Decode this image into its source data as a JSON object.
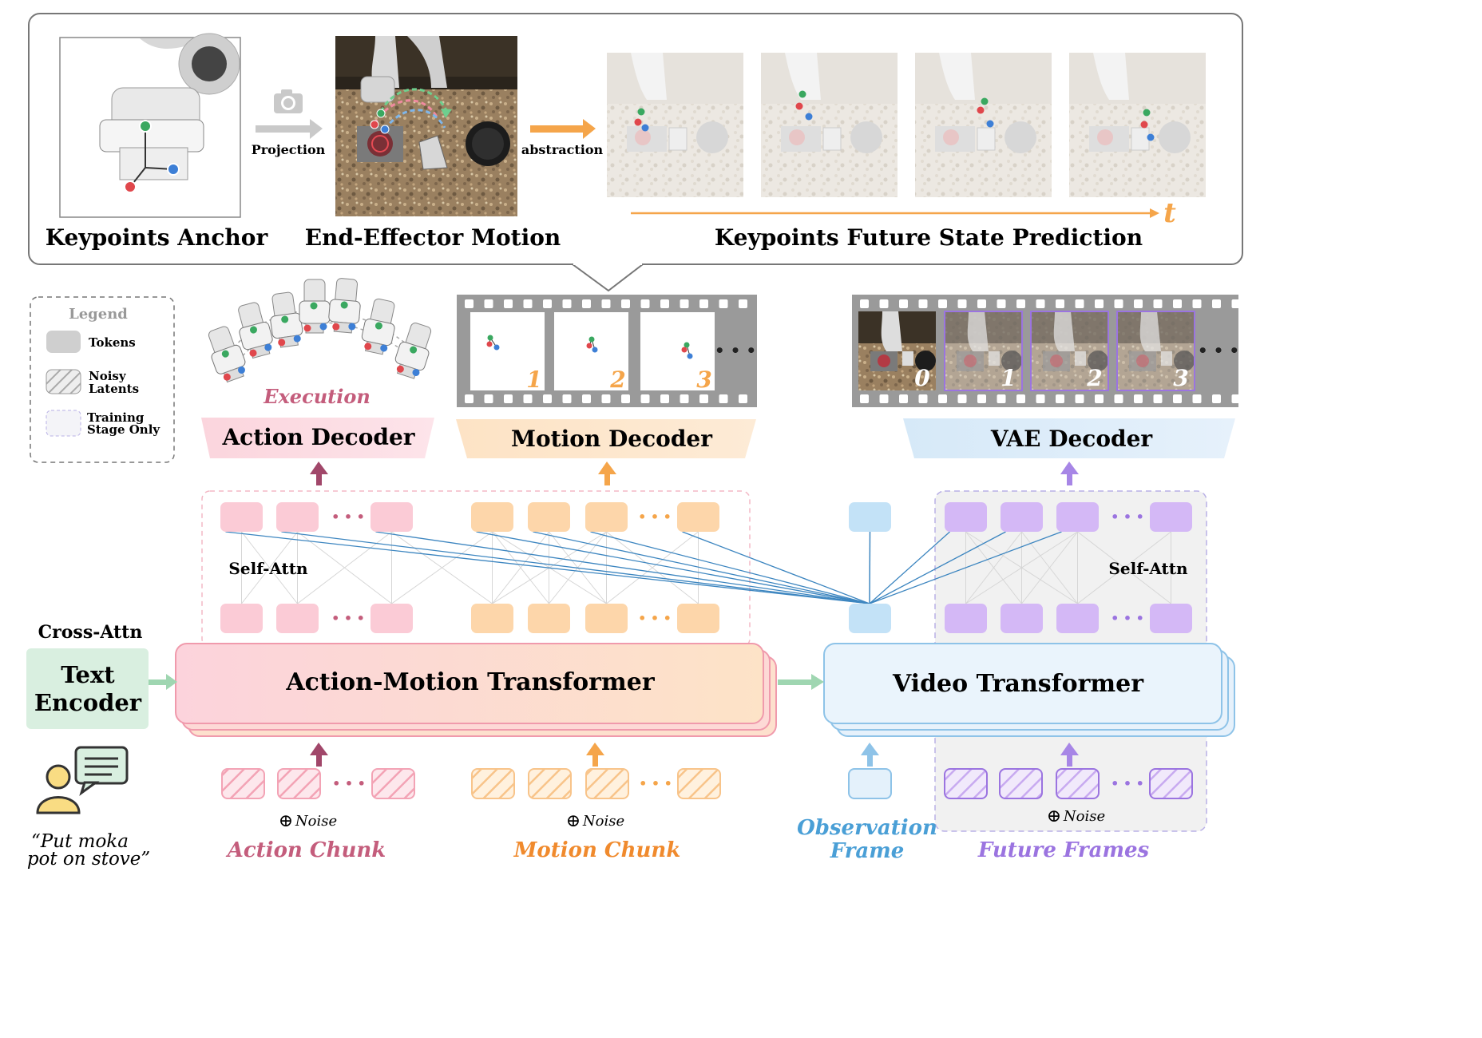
{
  "top_panel": {
    "keypoints_anchor": "Keypoints Anchor",
    "end_effector_motion": "End-Effector Motion",
    "keypoints_future": "Keypoints Future State Prediction",
    "projection": "Projection",
    "abstraction": "abstraction",
    "time_symbol": "t"
  },
  "legend": {
    "title": "Legend",
    "tokens": "Tokens",
    "noisy_1": "Noisy",
    "noisy_2": "Latents",
    "training_1": "Training",
    "training_2": "Stage Only"
  },
  "execution": "Execution",
  "motion_frames": [
    "1",
    "2",
    "3"
  ],
  "video_frames": [
    "0",
    "1",
    "2",
    "3"
  ],
  "ellipsis": "• • •",
  "token_ellipsis": "• • •",
  "decoders": {
    "action": "Action Decoder",
    "motion": "Motion Decoder",
    "vae": "VAE Decoder"
  },
  "self_attn": "Self-Attn",
  "cross_attn": "Cross-Attn",
  "text_encoder_1": "Text",
  "text_encoder_2": "Encoder",
  "action_motion_transformer": "Action-Motion Transformer",
  "video_transformer": "Video Transformer",
  "noise": "Noise",
  "noise_symbol": "⊕",
  "inputs": {
    "action_chunk": "Action Chunk",
    "motion_chunk": "Motion Chunk",
    "observation_1": "Observation",
    "observation_2": "Frame",
    "future_frames": "Future Frames"
  },
  "instruction_1": "“Put moka",
  "instruction_2": "pot on stove”",
  "colors": {
    "action": "#e97f98",
    "motion": "#f5a54a",
    "video": "#b58ae8",
    "observation": "#6fb3de",
    "text_encoder": "#d9efe0",
    "link": "#3d86c0"
  }
}
